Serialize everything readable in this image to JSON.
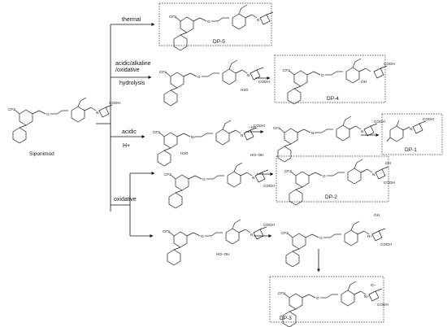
{
  "start": {
    "name": "Siponimod"
  },
  "conditions": {
    "thermal": "thermal",
    "hydrolysis_line1": "acidic/alkaline",
    "hydrolysis_line2": "/oxidative",
    "hydrolysis_line3": "hydrolysis",
    "acidic": "acidic",
    "acidic_reagent": "H+",
    "oxidative": "oxidative"
  },
  "products": {
    "dp5": "DP-5",
    "dp4": "DP-4",
    "dp1": "DP-1",
    "dp2": "DP-2",
    "dp3": "DP-3"
  },
  "intermediates": {
    "h_loss": "−H+",
    "water_label": "H2O",
    "peroxide_label": "HO−OH",
    "hydroxide_label": "OH"
  },
  "atom_labels": {
    "cf3": "CF3",
    "oxygen": "O",
    "nitrogen": "N",
    "cooh": "COOH",
    "oh": "OH",
    "n_plus": "N+",
    "o_minus": "O−"
  }
}
